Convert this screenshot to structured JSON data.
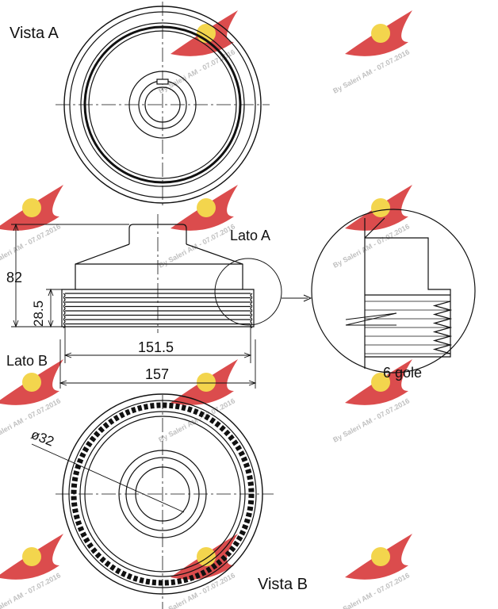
{
  "labels": {
    "vista_a": "Vista A",
    "vista_b": "Vista B",
    "lato_a": "Lato A",
    "lato_b": "Lato B",
    "gole": "6 gole"
  },
  "dimensions": {
    "height_total": "82",
    "height_belt": "28.5",
    "width_inner": "151.5",
    "width_outer": "157",
    "bore": "ø32"
  },
  "watermark": {
    "text": "By Saleri AM - 07.07.2016",
    "logo_colors": {
      "wing": "#d8393a",
      "disc": "#f2d13a"
    }
  },
  "colors": {
    "line": "#111111",
    "watermark_text": "#b9b9b9"
  }
}
